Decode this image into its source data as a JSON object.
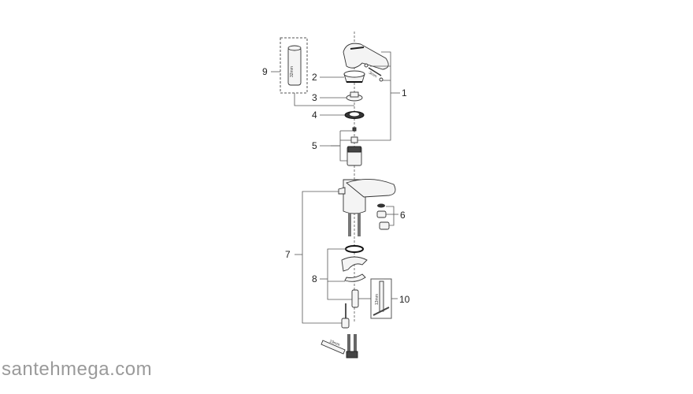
{
  "diagram": {
    "callouts": [
      "1",
      "2",
      "3",
      "4",
      "5",
      "6",
      "7",
      "8",
      "9",
      "10"
    ],
    "dimensions": {
      "tool_9": "32mm",
      "hex_key": "3mm",
      "tool_10": "13mm",
      "wrench": "19mm"
    }
  },
  "watermark": "santehmega.com"
}
